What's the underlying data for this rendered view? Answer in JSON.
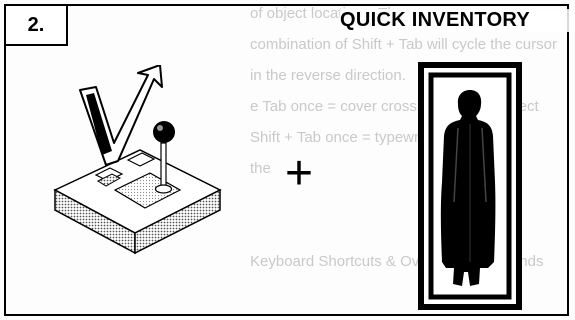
{
  "panel": {
    "step_number": "2.",
    "title": "QUICK INVENTORY"
  },
  "background_text": [
    "of object locations. The",
    "combination of Shift + Tab will cycle the cursor",
    "in the reverse direction.",
    "e Tab once = cover crosshairs button select",
    "Shift + Tab once = typewriter, then",
    "the",
    "",
    "",
    "Keyboard Shortcuts & Overview Commands"
  ],
  "icons": {
    "joystick": "joystick-button-press-icon",
    "plus": "plus-sign",
    "inventory_figure": "character-silhouette-icon"
  },
  "colors": {
    "ink": "#000000",
    "paper": "#ffffff",
    "faded_text": "#c9c9c9"
  }
}
